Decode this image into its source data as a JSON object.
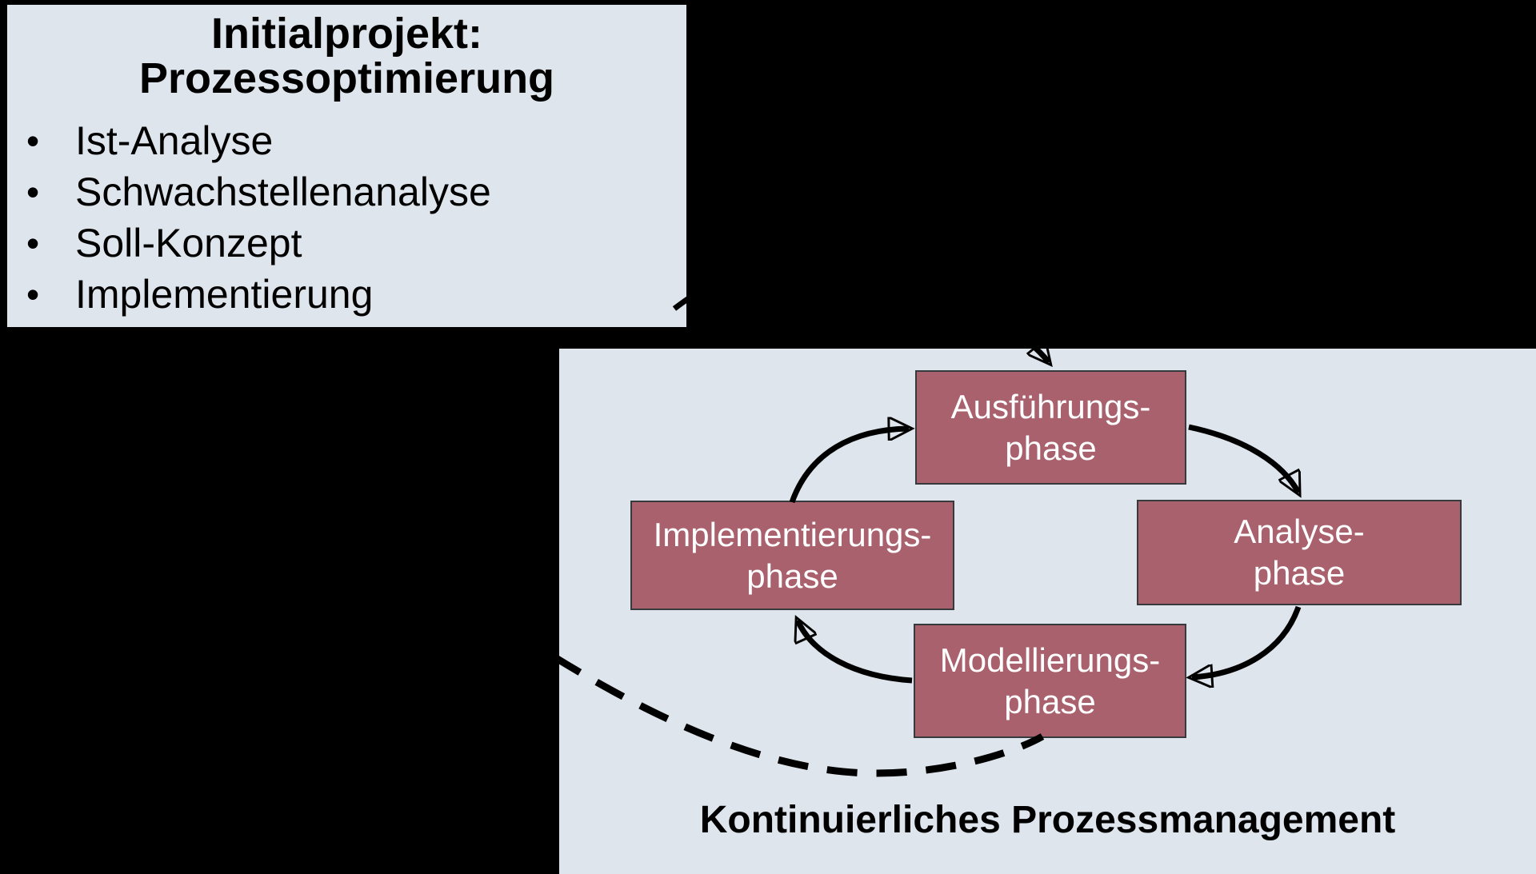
{
  "initial_project": {
    "title_lines": [
      "Initialprojekt:",
      "Prozessoptimierung"
    ],
    "bullets": [
      "Ist-Analyse",
      "Schwachstellenanalyse",
      "Soll-Konzept",
      "Implementierung"
    ]
  },
  "cycle": {
    "caption": "Kontinuierliches Prozessmanagement",
    "phases": [
      {
        "line1": "Ausführungs-",
        "line2": "phase"
      },
      {
        "line1": "Analyse-",
        "line2": "phase"
      },
      {
        "line1": "Modellierungs-",
        "line2": "phase"
      },
      {
        "line1": "Implementierungs-",
        "line2": "phase"
      }
    ]
  },
  "arrows": {
    "initial_to_cycle": "solid-curved-arrow",
    "implementierung_to_ausfuehrung": "solid-curved-arrow",
    "ausfuehrung_to_analyse": "solid-curved-arrow",
    "analyse_to_modellierung": "solid-curved-arrow",
    "modellierung_to_implementierung": "solid-curved-arrow",
    "loopback_to_modellierung": "dashed-curved-arrow"
  },
  "colors": {
    "canvas_bg": "#000000",
    "panel_bg": "#dfe5ed",
    "phase_fill": "#a9616d",
    "phase_border": "#363a3d",
    "arrow": "#000000",
    "title_text": "#000000",
    "phase_text": "#ffffff"
  }
}
